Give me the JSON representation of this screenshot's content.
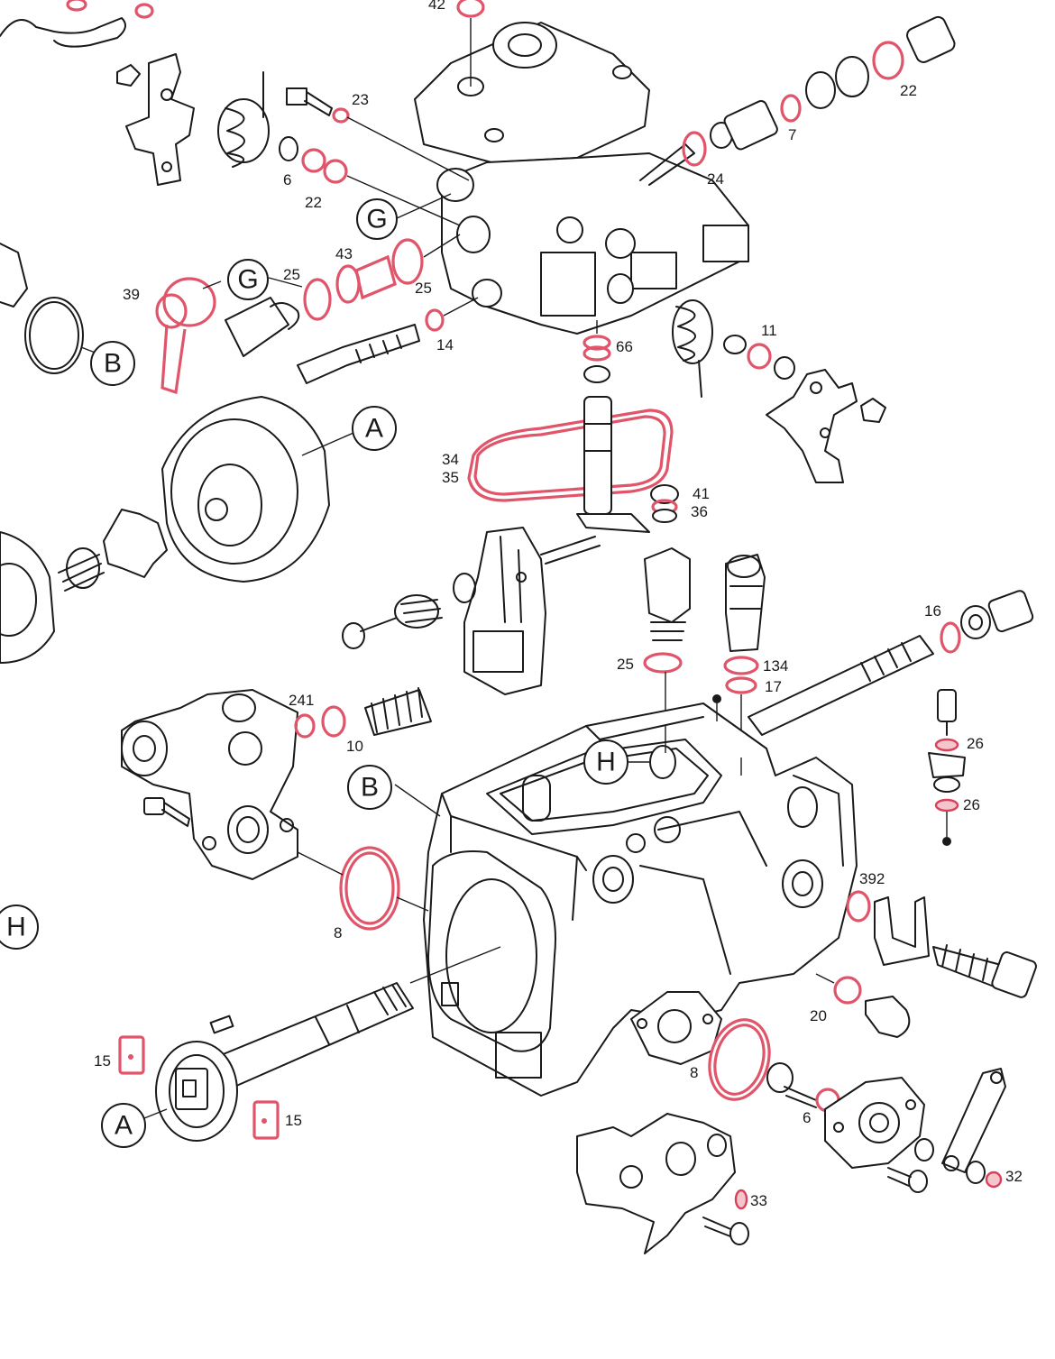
{
  "part_numbers": {
    "n42": "42",
    "n23": "23",
    "n22a": "22",
    "n22b": "22",
    "n6a": "6",
    "n6b": "6",
    "n7": "7",
    "n24": "24",
    "n25a": "25",
    "n25b": "25",
    "n25c": "25",
    "n43": "43",
    "n39": "39",
    "n14": "14",
    "n66": "66",
    "n11": "11",
    "n34": "34",
    "n35": "35",
    "n41": "41",
    "n36": "36",
    "n16": "16",
    "n134": "134",
    "n17": "17",
    "n241": "241",
    "n10": "10",
    "n26a": "26",
    "n26b": "26",
    "n392": "392",
    "n8a": "8",
    "n8b": "8",
    "n20": "20",
    "n15a": "15",
    "n15b": "15",
    "n32": "32",
    "n33": "33"
  },
  "callouts": {
    "g1": "G",
    "g2": "G",
    "b1": "B",
    "b2": "B",
    "a1": "A",
    "a2": "A",
    "h1": "H",
    "h2": "H"
  },
  "colors": {
    "line": "#1a1a1a",
    "seal_highlight": "#e0556a"
  }
}
